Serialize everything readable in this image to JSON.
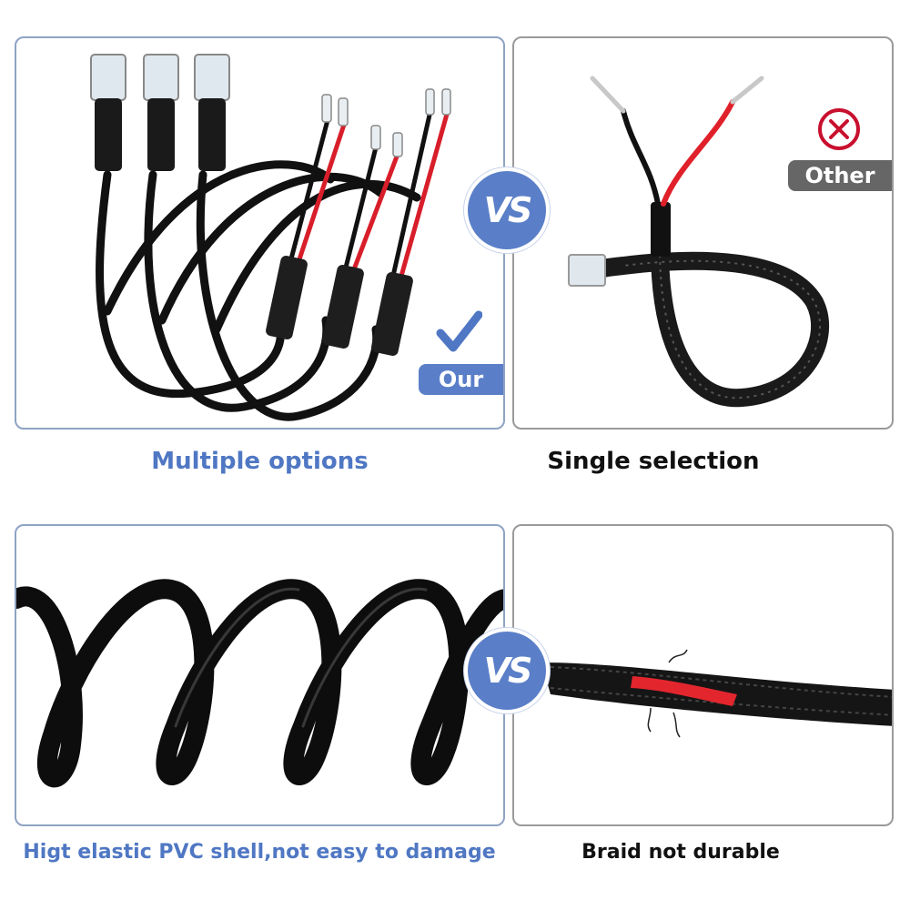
{
  "comparison": {
    "top": {
      "ours_caption": "Multiple options",
      "other_caption": "Single selection",
      "vs_label": "VS"
    },
    "bottom": {
      "ours_caption": "Higt elastic PVC shell,not easy to damage",
      "other_caption": "Braid not durable",
      "vs_label": "VS"
    },
    "ours_tag": "Our",
    "other_tag": "Other"
  },
  "colors": {
    "accent_blue": "#4f77c3",
    "badge_blue": "#5a7fc8",
    "other_grey": "#666666",
    "reject_red": "#c8102e"
  },
  "icons": {
    "ours_mark": "check-icon",
    "other_mark": "x-circle-icon",
    "versus": "vs-badge"
  }
}
